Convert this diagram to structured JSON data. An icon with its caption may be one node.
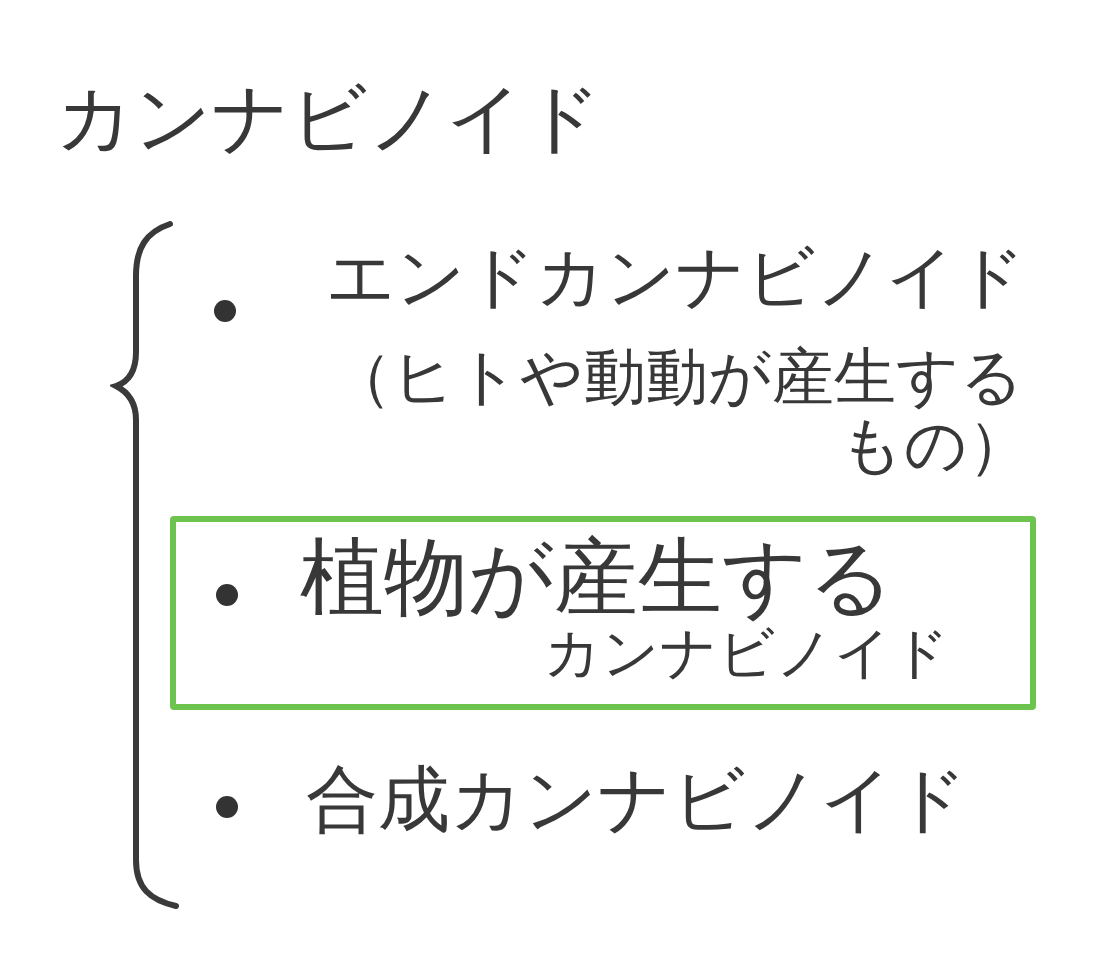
{
  "diagram": {
    "title": "カンナビノイド",
    "nodes": [
      {
        "text": [
          "植物が産生するカンナビノイド"
        ]
      }
    ],
    "labels": [
      "エンドカンナビノイド",
      "（ヒトや動動が産生するもの）",
      "合成カンナビノイド"
    ]
  }
}
